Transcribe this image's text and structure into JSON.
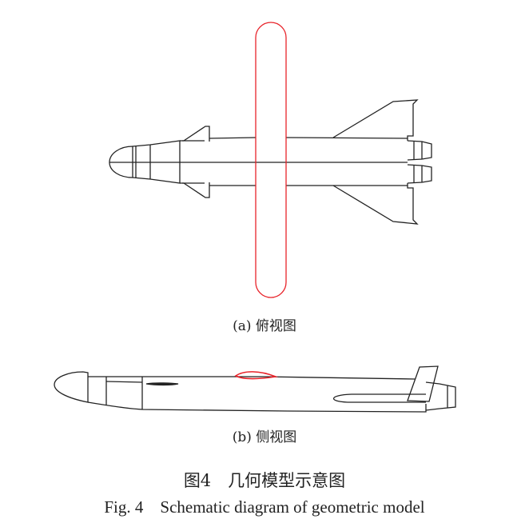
{
  "captions": {
    "top_view": "(a) 俯视图",
    "side_view": "(b) 侧视图"
  },
  "figure": {
    "title_cn": "图4　几何模型示意图",
    "title_en": "Fig. 4　Schematic diagram of geometric model"
  },
  "colors": {
    "outline": "#222222",
    "wing_highlight": "#e8232a"
  }
}
